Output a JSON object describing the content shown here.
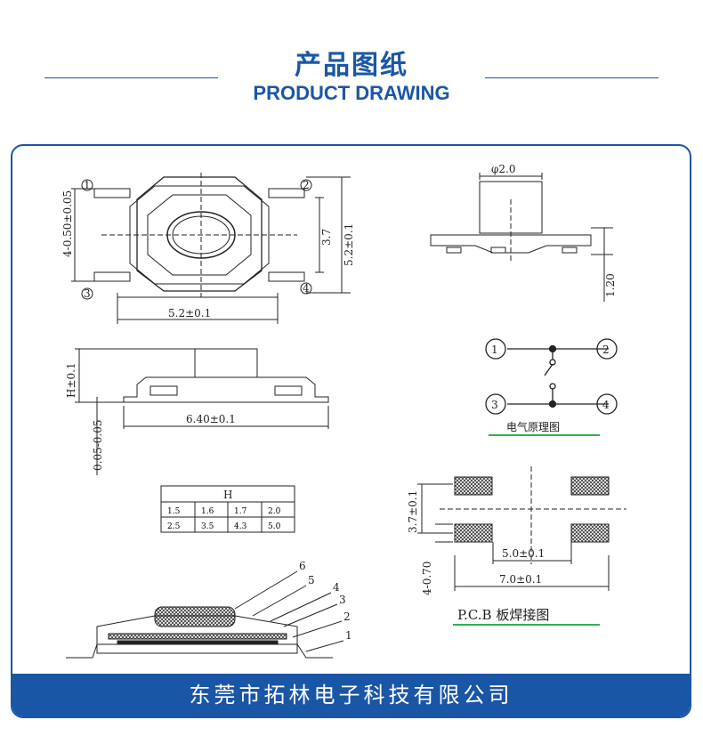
{
  "header": {
    "title_cn": "产品图纸",
    "title_en": "PRODUCT DRAWING"
  },
  "footer": {
    "company": "东莞市拓林电子科技有限公司"
  },
  "top_view": {
    "pin1": "1",
    "pin2": "2",
    "pin3": "3",
    "pin4": "4",
    "dim_width": "5.2±0.1",
    "dim_height": "5.2±0.1",
    "dim_inner": "3.7",
    "dim_pitch": "4-0.50±0.05"
  },
  "side_view": {
    "dim_cap": "φ2.0",
    "dim_base": "1.20"
  },
  "front_view": {
    "dim_h": "H±0.1",
    "dim_length": "6.40±0.1",
    "dim_plate": "0.05-0.05"
  },
  "schematic": {
    "pin1": "1",
    "pin2": "2",
    "pin3": "3",
    "pin4": "4",
    "caption": "电气原理图"
  },
  "h_table": {
    "header": "H",
    "rows": [
      [
        "1.5",
        "1.6",
        "1.7",
        "2.0"
      ],
      [
        "2.5",
        "3.5",
        "4.3",
        "5.0"
      ]
    ]
  },
  "pcb": {
    "dim_left": "3.7±0.1",
    "dim_pad": "4-0.70",
    "dim_inner": "5.0±0.1",
    "dim_outer": "7.0±0.1",
    "caption": "P.C.B 板焊接图"
  },
  "cross_section": {
    "labels": [
      "6",
      "5",
      "4",
      "3",
      "2",
      "1"
    ]
  }
}
